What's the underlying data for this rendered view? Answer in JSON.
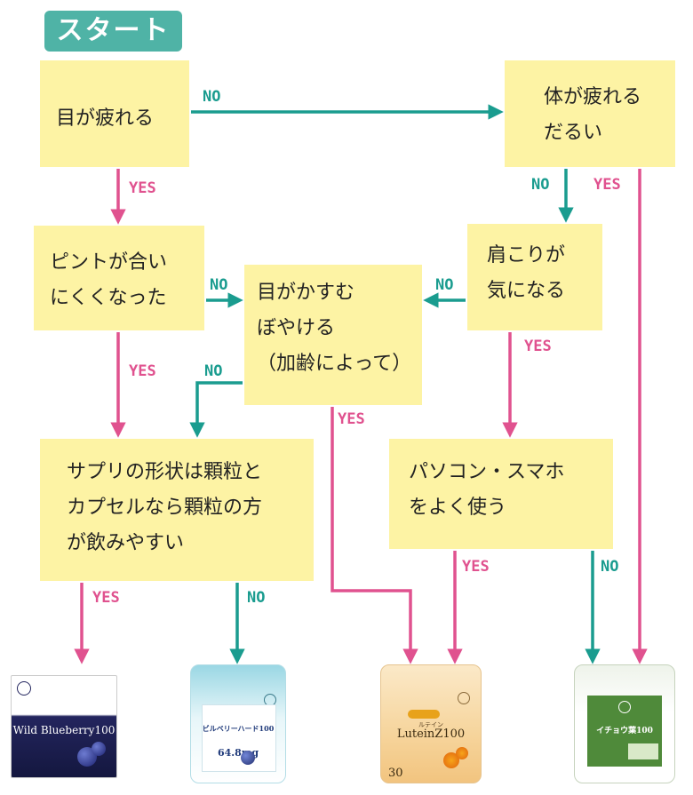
{
  "start_label": "スタート",
  "nodes": {
    "eyes_tired": [
      "目が疲れる"
    ],
    "body_tired": [
      "体が疲れる",
      "だるい"
    ],
    "focus": [
      "ピントが合い",
      "にくくなった"
    ],
    "blur": [
      "目がかすむ",
      "ぼやける",
      "（加齢によって）"
    ],
    "shoulder": [
      "肩こりが",
      "気になる"
    ],
    "granule": [
      "サプリの形状は顆粒と",
      "カプセルなら顆粒の方",
      "が飲みやすい"
    ],
    "pc": [
      "パソコン・スマホ",
      "をよく使う"
    ]
  },
  "edge_labels": {
    "yes": "YES",
    "no": "NO"
  },
  "colors": {
    "yes": "#e0528f",
    "no": "#1a9c8f",
    "box": "#fdf3a4",
    "start": "#4fb3a6"
  },
  "products": {
    "blueberry": {
      "name": "Wild Blueberry100"
    },
    "bilberry": {
      "name": "ビルベリーハード100",
      "amount": "64.8mg"
    },
    "lutein": {
      "name": "LuteinZ100",
      "kana": "ルテイン",
      "count": "30"
    },
    "ginkgo": {
      "name": "イチョウ葉100"
    }
  }
}
